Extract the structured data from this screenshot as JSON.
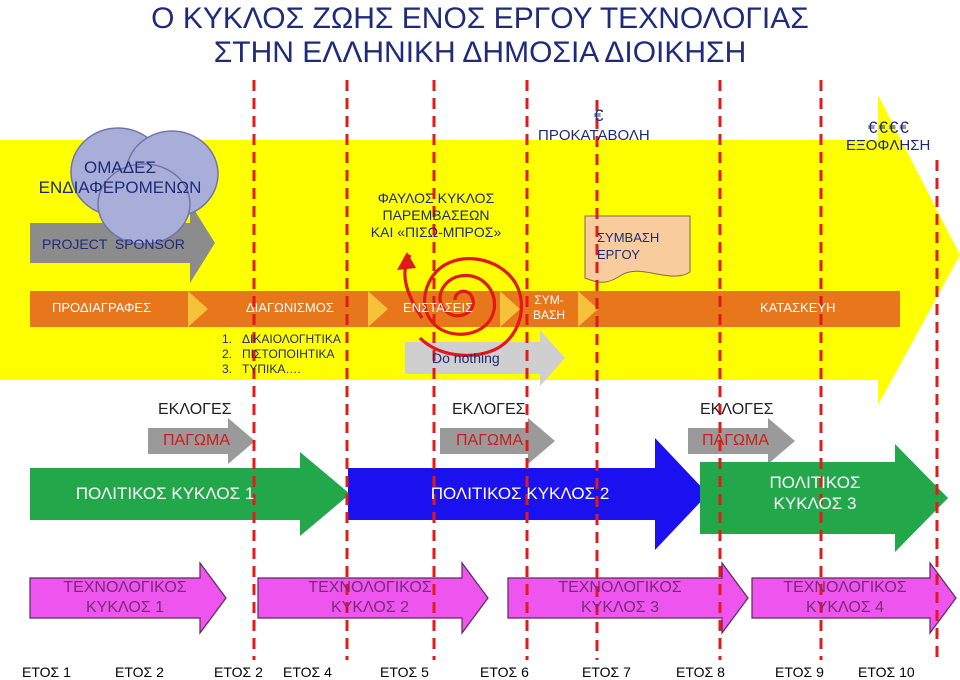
{
  "title": {
    "line1": "Ο ΚΥΚΛΟΣ ΖΩΗΣ ΕΝΟΣ ΕΡΓΟΥ ΤΕΧΝΟΛΟΓΙΑΣ",
    "line2": "ΣΤΗΝ ΕΛΛΗΝΙΚΗ ΔΗΜΟΣΙΑ ΔΙΟΙΚΗΣΗ"
  },
  "stakeholders": {
    "line1": "ΟΜΑΔΕΣ",
    "line2": "ΕΝΔΙΑΦΕΡΟΜΕΝΩΝ",
    "sponsor": "PROJECT  SPONSOR"
  },
  "vicious_cycle": {
    "line1": "ΦΑΥΛΟΣ ΚΥΚΛΟΣ",
    "line2": "ΠΑΡΕΜΒΑΣΕΩΝ",
    "line3": "ΚΑΙ «ΠΙΣΩ-ΜΠΡΟΣ»"
  },
  "advance": {
    "euro": "€",
    "label": "ΠΡΟΚΑΤΑΒΟΛΗ"
  },
  "settlement": {
    "euro": "€€€€",
    "label": "ΕΞΟΦΛΗΣΗ"
  },
  "contract": {
    "line1": "ΣΥΜΒΑΣΗ",
    "line2": "ΕΡΓΟΥ"
  },
  "phases": {
    "specs": "ΠΡΟΔΙΑΓΡΑΦΕΣ",
    "tender": "ΔΙΑΓΩΝΙΣΜΟΣ",
    "appeals": "ΕΝΣΤΑΣΕΙΣ",
    "contract_line1": "ΣΥΜ-",
    "contract_line2": "ΒΑΣΗ",
    "construction": "ΚΑΤΑΣΚΕΥΗ"
  },
  "tender_items": [
    "1.",
    "ΔΙΚΑΙΟΛΟΓΗΤΙΚΑ",
    "2.",
    "ΠΙΣΤΟΠΟΙΗΤΙΚΑ",
    "3.",
    "ΤΥΠΙΚΑ…."
  ],
  "do_nothing": "Do nothing",
  "elections": [
    {
      "label": "ΕΚΛΟΓΕΣ",
      "freeze": "ΠΑΓΩΜΑ"
    },
    {
      "label": "ΕΚΛΟΓΕΣ",
      "freeze": "ΠΑΓΩΜΑ"
    },
    {
      "label": "ΕΚΛΟΓΕΣ",
      "freeze": "ΠΑΓΩΜΑ"
    }
  ],
  "political": {
    "c1": "ΠΟΛΙΤΙΚΟΣ ΚΥΚΛΟΣ 1",
    "c2": "ΠΟΛΙΤΙΚΟΣ ΚΥΚΛΟΣ 2",
    "c3_line1": "ΠΟΛΙΤΙΚΟΣ",
    "c3_line2": "ΚΥΚΛΟΣ 3"
  },
  "tech": [
    {
      "line1": "ΤΕΧΝΟΛΟΓΙΚΟΣ",
      "line2": "ΚΥΚΛΟΣ 1"
    },
    {
      "line1": "ΤΕΧΝΟΛΟΓΙΚΟΣ",
      "line2": "ΚΥΚΛΟΣ 2"
    },
    {
      "line1": "ΤΕΧΝΟΛΟΓΙΚΟΣ",
      "line2": "ΚΥΚΛΟΣ 3"
    },
    {
      "line1": "ΤΕΧΝΟΛΟΓΙΚΟΣ",
      "line2": "ΚΥΚΛΟΣ 4"
    }
  ],
  "years": [
    "ΕΤΟΣ 1",
    "ΕΤΟΣ 2",
    "ΕΤΟΣ 2",
    "ΕΤΟΣ 4",
    "ΕΤΟΣ 5",
    "ΕΤΟΣ 6",
    "ΕΤΟΣ 7",
    "ΕΤΟΣ 8",
    "ΕΤΟΣ 9",
    "ΕΤΟΣ 10"
  ],
  "colors": {
    "title": "#1f2a7a",
    "yellow": "#ffff00",
    "orange": "#e8761a",
    "grey_arrow": "#9a9a9a",
    "light_grey_arrow": "#c8c8c8",
    "green": "#22a84a",
    "blue": "#1a10f0",
    "pink": "#ee55ee",
    "red_dash": "#e11a1a",
    "circle": "#a9aed8",
    "swirl": "#e01818",
    "contract_box": "#f8cc9c"
  }
}
